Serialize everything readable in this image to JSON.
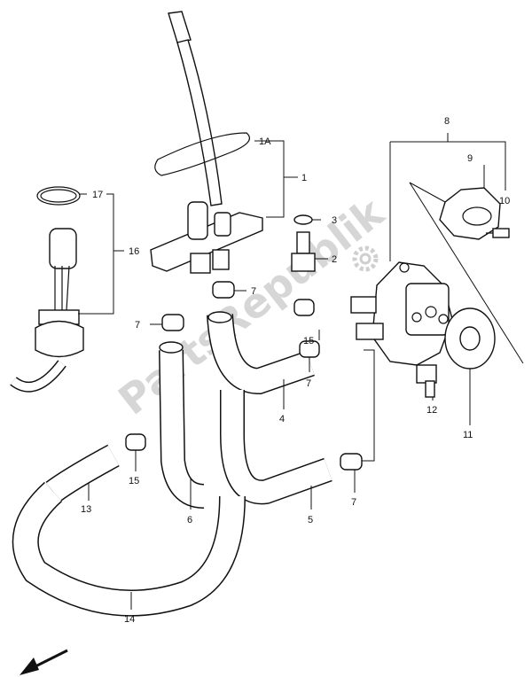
{
  "watermark": {
    "text": "PartsRepublik"
  },
  "callouts": [
    {
      "id": "c1A",
      "label": "1A"
    },
    {
      "id": "c1",
      "label": "1"
    },
    {
      "id": "c2",
      "label": "2"
    },
    {
      "id": "c3",
      "label": "3"
    },
    {
      "id": "c4",
      "label": "4"
    },
    {
      "id": "c5",
      "label": "5"
    },
    {
      "id": "c6",
      "label": "6"
    },
    {
      "id": "c7a",
      "label": "7"
    },
    {
      "id": "c7b",
      "label": "7"
    },
    {
      "id": "c7c",
      "label": "7"
    },
    {
      "id": "c7d",
      "label": "7"
    },
    {
      "id": "c8",
      "label": "8"
    },
    {
      "id": "c9",
      "label": "9"
    },
    {
      "id": "c10",
      "label": "10"
    },
    {
      "id": "c11",
      "label": "11"
    },
    {
      "id": "c12",
      "label": "12"
    },
    {
      "id": "c13",
      "label": "13"
    },
    {
      "id": "c14",
      "label": "14"
    },
    {
      "id": "c15a",
      "label": "15"
    },
    {
      "id": "c15b",
      "label": "15"
    },
    {
      "id": "c16",
      "label": "16"
    },
    {
      "id": "c17",
      "label": "17"
    }
  ],
  "icons": {
    "direction": "front-direction-arrow-icon",
    "gear": "gear-icon"
  }
}
